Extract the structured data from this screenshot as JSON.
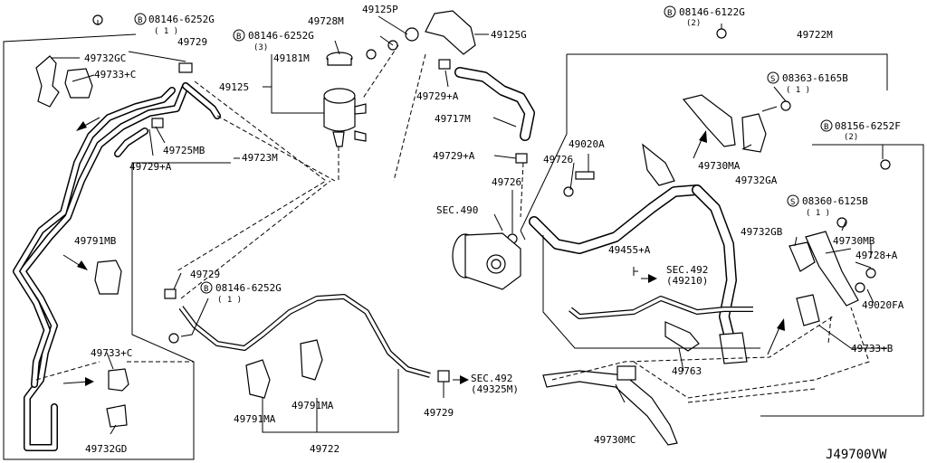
{
  "diagram_id": "J49700VW",
  "labels": {
    "b08146_6252g_top": "08146-6252G",
    "b08146_6252g_top_qty": "( 1 )",
    "p49732GC": "49732GC",
    "p49733C_top": "49733+C",
    "p49729_top": "49729",
    "p49728M": "49728M",
    "p49125P": "49125P",
    "p49125G": "49125G",
    "b08146_6252g_mid": "08146-6252G",
    "b08146_6252g_mid_qty": "(3)",
    "p49181M": "49181M",
    "p49125": "49125",
    "p49729A_top": "49729+A",
    "p49717M": "49717M",
    "p49725MB": "49725MB",
    "p49729A_left": "49729+A",
    "p49723M": "49723M",
    "p49729A_mid": "49729+A",
    "p49726_a": "49726",
    "p49020A": "49020A",
    "p49726_b": "49726",
    "sec490": "SEC.490",
    "b08146_6122g": "08146-6122G",
    "b08146_6122g_qty": "(2)",
    "p49722M": "49722M",
    "s08363_6165b": "08363-6165B",
    "s08363_6165b_qty": "( 1 )",
    "b08156_6252f": "08156-6252F",
    "b08156_6252f_qty": "(2)",
    "p49730MA": "49730MA",
    "p49732GA": "49732GA",
    "s08360_6125b": "08360-6125B",
    "s08360_6125b_qty": "( 1 )",
    "p49732GB": "49732GB",
    "p49730MB": "49730MB",
    "p49728A": "49728+A",
    "p49455A": "49455+A",
    "sec492_top": "SEC.492",
    "sec492_top_ref": "(49210)",
    "p49020FA": "49020FA",
    "p49733B": "49733+B",
    "p49763": "49763",
    "p49791MB": "49791MB",
    "p49729_mid": "49729",
    "b08146_6252g_low": "08146-6252G",
    "b08146_6252g_low_qty": "( 1 )",
    "p49733C_low": "49733+C",
    "p49732GD": "49732GD",
    "p49791MA_a": "49791MA",
    "p49791MA_b": "49791MA",
    "p49722": "49722",
    "p49729_low": "49729",
    "sec492_low": "SEC.492",
    "sec492_low_ref": "(49325M)",
    "p49730MC": "49730MC"
  }
}
